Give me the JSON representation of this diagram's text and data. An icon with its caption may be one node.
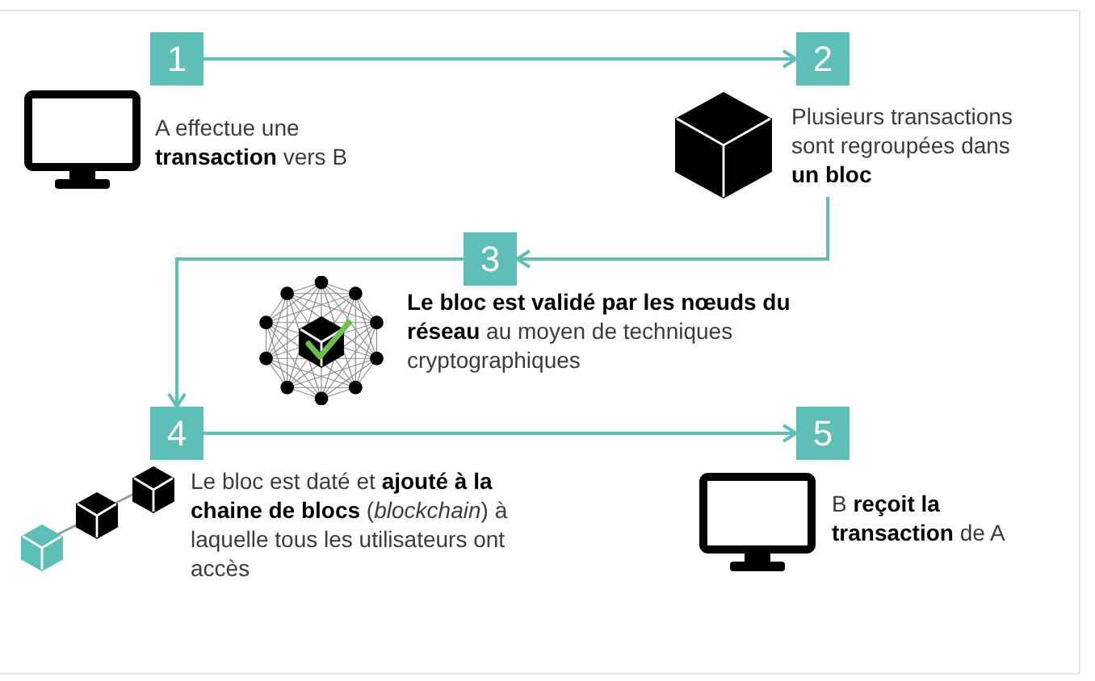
{
  "diagram": {
    "nodes": [
      {
        "text": [
          "1"
        ],
        "beside": [
          "A effectue une **transaction** vers B"
        ]
      },
      {
        "text": [
          "2"
        ],
        "beside": [
          "Plusieurs transactions sont regroupées dans **un bloc**"
        ]
      },
      {
        "text": [
          "3"
        ],
        "beside": [
          "**Le bloc est validé par les nœuds du réseau** au moyen de techniques cryptographiques"
        ]
      },
      {
        "text": [
          "4"
        ],
        "beside": [
          "Le bloc est daté et **ajouté à la chaine de blocs** (*blockchain*) à laquelle tous les utilisateurs ont accès"
        ]
      },
      {
        "text": [
          "5"
        ],
        "beside": [
          "B **reçoit la transaction** de A"
        ]
      }
    ],
    "edges": [
      {
        "from": 0,
        "to": 1,
        "arrow": "to"
      },
      {
        "from": 1,
        "to": 2,
        "arrow": "to"
      },
      {
        "from": 2,
        "to": 3,
        "arrow": "to"
      },
      {
        "from": 3,
        "to": 4,
        "arrow": "to"
      }
    ]
  }
}
